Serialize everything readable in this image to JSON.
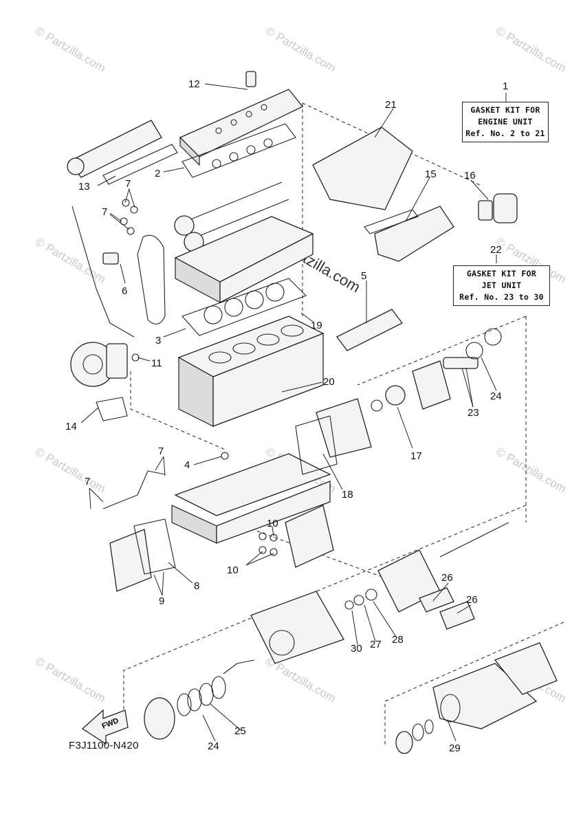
{
  "kits": [
    {
      "number": "1",
      "lines": [
        "GASKET KIT FOR",
        "ENGINE UNIT",
        "Ref. No. 2 to 21"
      ]
    },
    {
      "number": "22",
      "lines": [
        "GASKET KIT FOR",
        "JET UNIT",
        "Ref. No. 23 to 30"
      ]
    }
  ],
  "drawing_code": "F3J1100-N420",
  "fwd_label": "FWD",
  "watermark": {
    "corner_text": "© Partzilla.com",
    "center_text": "© Partzilla.com"
  },
  "callouts": [
    "12",
    "2",
    "13",
    "7",
    "7",
    "6",
    "3",
    "11",
    "14",
    "21",
    "15",
    "16",
    "5",
    "19",
    "20",
    "24",
    "23",
    "17",
    "18",
    "4",
    "7",
    "7",
    "10",
    "10",
    "8",
    "9",
    "26",
    "26",
    "30",
    "27",
    "28",
    "24",
    "25",
    "29"
  ]
}
